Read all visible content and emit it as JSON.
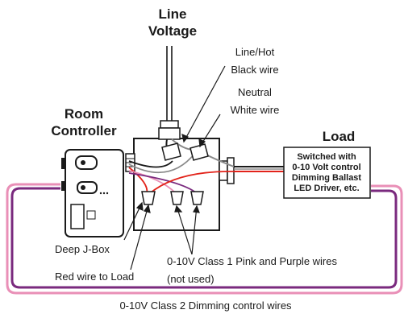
{
  "title_line1": "Line",
  "title_line2": "Voltage",
  "room_controller_line1": "Room",
  "room_controller_line2": "Controller",
  "load_title": "Load",
  "load_box_line1": "Switched with",
  "load_box_line2": "0-10 Volt control",
  "load_box_line3": "Dimming Ballast",
  "load_box_line4": "LED Driver, etc.",
  "line_hot_line1": "Line/Hot",
  "line_hot_line2": "Black wire",
  "neutral_line1": "Neutral",
  "neutral_line2": "White wire",
  "deep_jbox": "Deep J-Box",
  "red_wire": "Red wire to Load",
  "class1_line1": "0-10V Class 1 Pink and Purple wires",
  "class1_line2": "(not used)",
  "class2": "0-10V Class 2 Dimming control wires",
  "colors": {
    "pink": "#e98fb7",
    "purple": "#7a2a7e",
    "red": "#e2231a",
    "black": "#1a1a1a",
    "gray": "#8a8a8a"
  }
}
